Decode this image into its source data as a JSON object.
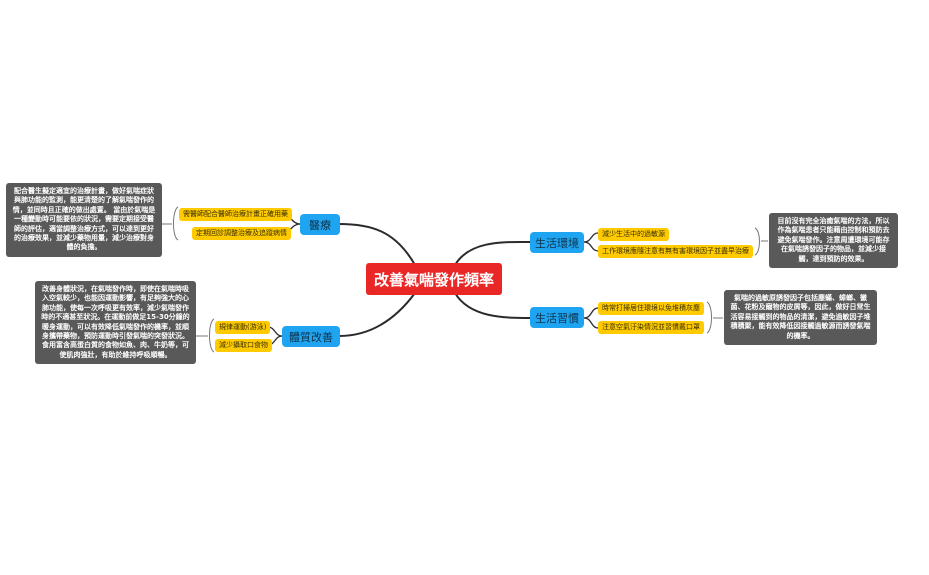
{
  "root": {
    "label": "改善氣喘發作頻率"
  },
  "branches": {
    "medical": {
      "label": "醫療",
      "items": [
        "需醫師配合醫師治療計畫正確用藥",
        "定期回診調整治療及追蹤病情"
      ],
      "note": "配合醫生擬定適宜的治療計畫，做好氣喘症狀與肺功能的監測，能更清楚的了解氣喘發作的情，並同時且正確的做出處置。  當由於氣喘是一種變動時可能要依的狀況，需要定期接受醫師的評估，適當調整治療方式，可以達到更好的治療效果，並減少藥物用量，減少治療對身體的負擔。"
    },
    "physique": {
      "label": "體質改善",
      "items": [
        "規律運動(游泳)",
        "減少攝取口食物"
      ],
      "note": "改善身體狀況，在氣喘發作時，即使在氣喘時吸入空氣較少，也能因運動影響，有足夠強大的心肺功能，使每一次呼吸更有效率，減少氣喘發作時的不適甚至狀況。在運動前做足15-30分鐘的暖身運動，可以有效降低氣喘發作的機率，並順身攜帶藥物，預防運動時引發氣喘的突發狀況。食用富含高蛋白質的食物如魚、肉、牛奶等，可使肌肉強壯，有助於維持呼吸順暢。"
    },
    "environment": {
      "label": "生活環境",
      "items": [
        "減少生活中的過敏源",
        "工作環境應隨注意有無有害環境因子並盡早治療"
      ],
      "note": "目前沒有完全治癒氣喘的方法，所以作為氣喘患者只能藉由控制和預防去避免氣喘發作。注意周遭環境可能存在氣喘誘發因子的物品，並減少接觸，達到預防的效果。"
    },
    "habits": {
      "label": "生活習慣",
      "items": [
        "時常打掃居住環境以免堆積灰塵",
        "注意空氣汙染情況並習慣戴口罩"
      ],
      "note": "氣喘的過敏原誘發因子包括塵蟎、蟑螂、黴菌、花粉及寵物的皮屑等，因此，做好日常生活容易接觸到的物品的清潔，避免過敏因子堆積積聚，能有效降低因接觸過敏源而誘發氣喘的機率。"
    }
  }
}
